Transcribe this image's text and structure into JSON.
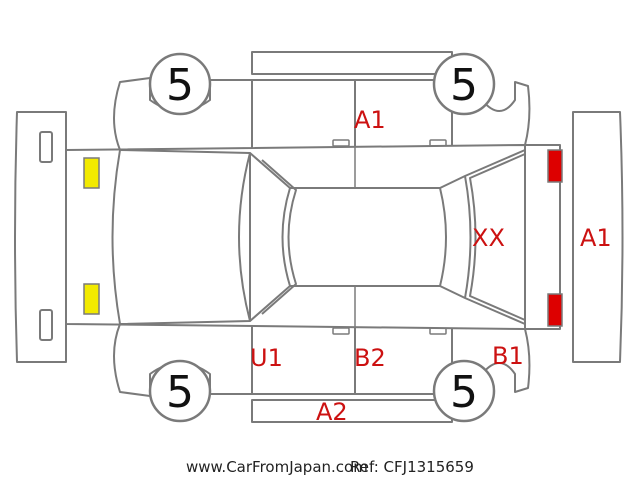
{
  "colors": {
    "outline": "#7a7a7a",
    "damage_code": "#cc1111",
    "tire_text": "#111111",
    "front_lamp_fill": "#f2ea00",
    "rear_lamp_fill": "#dd0000"
  },
  "tires": {
    "front_left": "5",
    "front_right": "5",
    "rear_left": "5",
    "rear_right": "5"
  },
  "codes": {
    "roof_top_panel": "A1",
    "rear_bumper": "A1",
    "rear_window": "XX",
    "front_left_door": "U1",
    "rear_left_door": "B2",
    "rear_left_fender": "B1",
    "left_sill": "A2"
  },
  "footer": {
    "website": "www.CarFromJapan.com",
    "ref": "Ref: CFJ1315659"
  }
}
